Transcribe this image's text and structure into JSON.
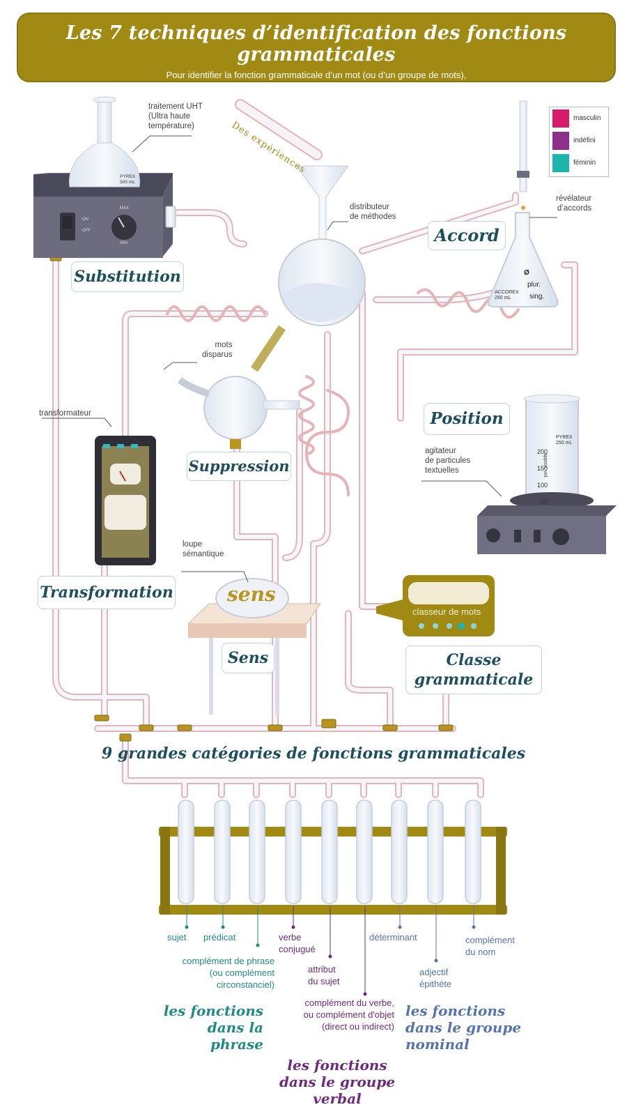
{
  "header": {
    "title": "Les 7 techniques d’identification des fonctions grammaticales",
    "subtitle_line1": "Pour identifier la fonction grammaticale d’un mot (ou d’un groupe de mots),",
    "subtitle_line2": "il faut utiliser au moins 2 de ces méthodes…"
  },
  "techniques": {
    "substitution": "Substitution",
    "accord": "Accord",
    "suppression": "Suppression",
    "position": "Position",
    "transformation": "Transformation",
    "sens": "Sens",
    "classe_line1": "Classe",
    "classe_line2": "grammaticale"
  },
  "annotations": {
    "uht_line1": "traitement UHT",
    "uht_line2": "(Ultra haute",
    "uht_line3": "température)",
    "distributeur_line1": "distributeur",
    "distributeur_line2": "de méthodes",
    "revelateur_line1": "révélateur",
    "revelateur_line2": "d’accords",
    "mots_disparus_line1": "mots",
    "mots_disparus_line2": "disparus",
    "transformateur": "transformateur",
    "agitateur_line1": "agitateur",
    "agitateur_line2": "de particules",
    "agitateur_line3": "textuelles",
    "loupe_line1": "loupe",
    "loupe_line2": "sémantique",
    "experience_tube": "Des expériences"
  },
  "equipment": {
    "flask_brand": "PYREX",
    "flask_volume": "500 mL",
    "heater_on": "ON",
    "heater_off": "OFF",
    "heater_max": "MAX",
    "heater_min": "MIN",
    "accorex_brand": "ACCOREX",
    "accorex_volume": "250 mL",
    "accorex_zero": "Ø",
    "accorex_plur": "plur.",
    "accorex_sing": "sing.",
    "beaker_brand": "PYREX",
    "beaker_volume": "250 mL",
    "beaker_approx": "approx. vol.",
    "beaker_marks": [
      "200",
      "150",
      "100",
      "50"
    ],
    "lens_word": "sens",
    "classeur_label": "classeur de mots"
  },
  "legend": {
    "items": [
      {
        "label": "masculin",
        "color": "#d81b6a"
      },
      {
        "label": "indéfini",
        "color": "#8e2f8d"
      },
      {
        "label": "féminin",
        "color": "#1cb5ac"
      }
    ]
  },
  "colors": {
    "banner": "#a08a14",
    "gold": "#a08a14",
    "teal": "#1f8b86",
    "purple": "#6e2a7f",
    "blue": "#5474ad",
    "label_text": "#1d4f5e",
    "tube_glass": "#e4ecf4",
    "tube_pink": "#e9b3b5"
  },
  "categories": {
    "heading": "9 grandes catégories de fonctions grammaticales",
    "sujet": "sujet",
    "predicat": "prédicat",
    "cdp_line1": "complément de phrase",
    "cdp_line2": "(ou complément",
    "cdp_line3": "circonstanciel)",
    "verbe_line1": "verbe",
    "verbe_line2": "conjugué",
    "attribut_line1": "attribut",
    "attribut_line2": "du sujet",
    "cdv_line1": "complément du verbe,",
    "cdv_line2": "ou complément d'objet",
    "cdv_line3": "(direct ou indirect)",
    "determinant": "déterminant",
    "adjectif_line1": "adjectif",
    "adjectif_line2": "épithète",
    "cdn_line1": "complément",
    "cdn_line2": "du nom"
  },
  "groups": {
    "phrase_line1": "les fonctions",
    "phrase_line2": "dans la phrase",
    "verbal_line1": "les fonctions",
    "verbal_line2": "dans le groupe verbal",
    "nominal_line1": "les fonctions",
    "nominal_line2": "dans le groupe nominal"
  }
}
